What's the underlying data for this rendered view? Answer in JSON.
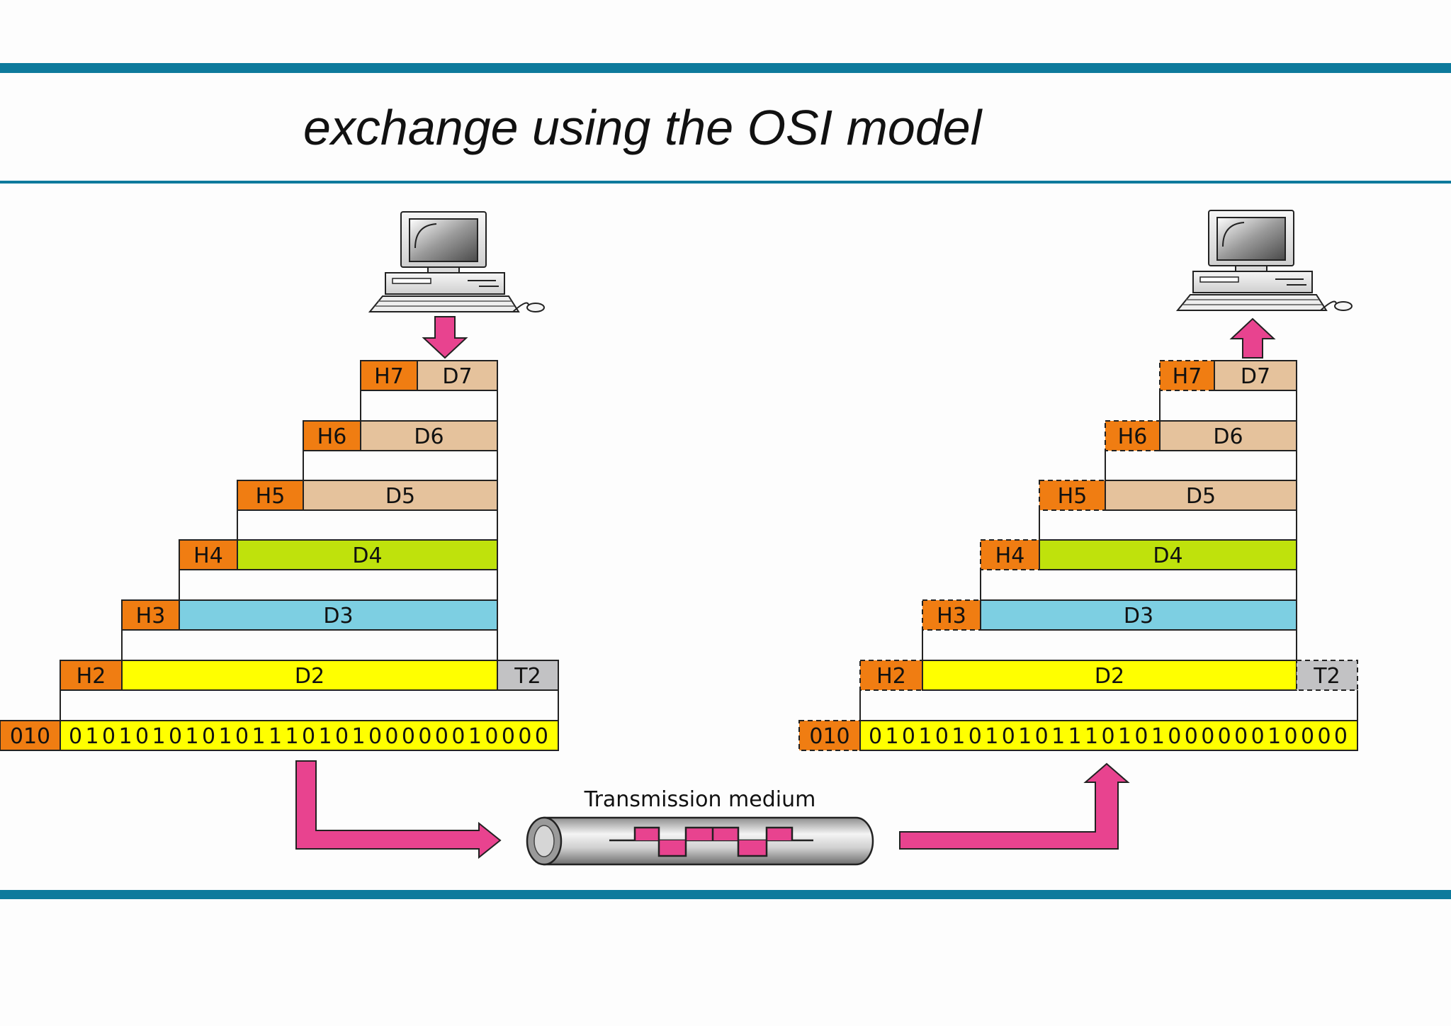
{
  "title": "exchange using the OSI model",
  "colors": {
    "rule": "#0e7a9c",
    "header": "#f07d12",
    "data_app": "#e5c29c",
    "data_transport": "#bfe20c",
    "data_network": "#7dcfe2",
    "data_link": "#ffff00",
    "trailer": "#c2c2c4",
    "arrow": "#e8438f"
  },
  "sender": {
    "layers": [
      {
        "header": "H7",
        "data": "D7"
      },
      {
        "header": "H6",
        "data": "D6"
      },
      {
        "header": "H5",
        "data": "D5"
      },
      {
        "header": "H4",
        "data": "D4"
      },
      {
        "header": "H3",
        "data": "D3"
      },
      {
        "header": "H2",
        "data": "D2",
        "trailer": "T2"
      }
    ],
    "physical_prefix": "010",
    "physical_bits": "01010101010111010100000010000"
  },
  "receiver": {
    "layers": [
      {
        "header": "H7",
        "data": "D7"
      },
      {
        "header": "H6",
        "data": "D6"
      },
      {
        "header": "H5",
        "data": "D5"
      },
      {
        "header": "H4",
        "data": "D4"
      },
      {
        "header": "H3",
        "data": "D3"
      },
      {
        "header": "H2",
        "data": "D2",
        "trailer": "T2"
      }
    ],
    "physical_prefix": "010",
    "physical_bits": "01010101010111010100000010000"
  },
  "medium_label": "Transmission medium"
}
